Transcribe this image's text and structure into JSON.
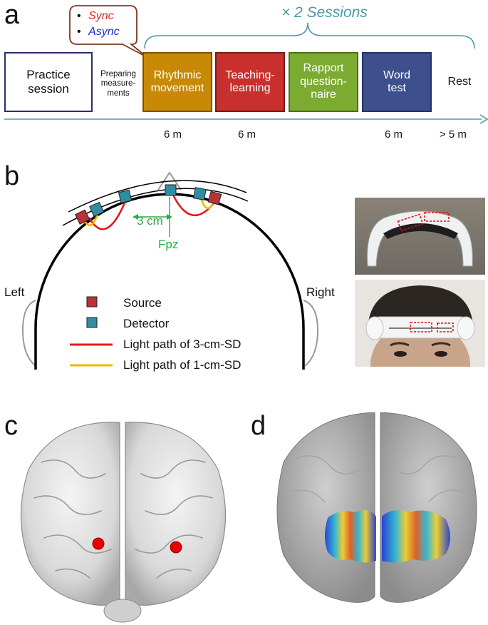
{
  "panels": {
    "a": "a",
    "b": "b",
    "c": "c",
    "d": "d"
  },
  "timeline": {
    "sessions_label": "× 2 Sessions",
    "conditions": [
      {
        "label": "Sync",
        "color": "#e0271f"
      },
      {
        "label": "Async",
        "color": "#1f2bd6"
      }
    ],
    "bullet": "•",
    "steps": [
      {
        "label": "Practice\nsession",
        "fill": "#ffffff",
        "border": "#2b2f6b",
        "text_color": "#111111"
      },
      {
        "label": "Preparing\nmeasure-\nments"
      },
      {
        "label": "Rhythmic\nmovement",
        "fill": "#c88a06",
        "border": "#7a5200",
        "text_color": "#ffffff"
      },
      {
        "label": "Teaching-\nlearning",
        "fill": "#c8302e",
        "border": "#7a1a18",
        "text_color": "#ffffff"
      },
      {
        "label": "Rapport\nquestion-\nnaire",
        "fill": "#7cab32",
        "border": "#4d6e1c",
        "text_color": "#ffffff"
      },
      {
        "label": "Word\ntest",
        "fill": "#3d4f8c",
        "border": "#253264",
        "text_color": "#ffffff"
      },
      {
        "label": "Rest"
      }
    ],
    "durations": [
      "6 m",
      "6 m",
      "6 m",
      "> 5 m"
    ],
    "accent_color": "#4a9aa6"
  },
  "probe": {
    "distance_label": "3 cm",
    "landmark_label": "Fpz",
    "left_label": "Left",
    "right_label": "Right",
    "legend": [
      {
        "label": "Source",
        "color": "#b83236",
        "kind": "square"
      },
      {
        "label": "Detector",
        "color": "#2e8ea3",
        "kind": "square"
      },
      {
        "label": "Light path of 3-cm-SD",
        "color": "#e0191b",
        "kind": "line"
      },
      {
        "label": "Light path of 1-cm-SD",
        "color": "#f4b400",
        "kind": "line"
      }
    ],
    "label_color": "#2aa84a"
  }
}
